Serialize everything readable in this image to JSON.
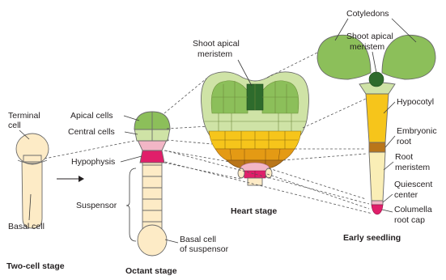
{
  "labels": {
    "terminal_cell": [
      "Terminal",
      "cell"
    ],
    "basal_cell": "Basal cell",
    "apical_cells": "Apical cells",
    "central_cells": "Central cells",
    "hypophysis": "Hypophysis",
    "suspensor": "Suspensor",
    "basal_cell_of_suspensor": [
      "Basal cell",
      "of suspensor"
    ],
    "shoot_apical_meristem_heart": [
      "Shoot apical",
      "meristem"
    ],
    "cotyledons": "Cotyledons",
    "shoot_apical_meristem_seedling": [
      "Shoot apical",
      "meristem"
    ],
    "hypocotyl": "Hypocotyl",
    "embryonic_root": [
      "Embryonic",
      "root"
    ],
    "root_meristem": [
      "Root",
      "meristem"
    ],
    "quiescent_center": [
      "Quiescent",
      "center"
    ],
    "columella_root_cap": [
      "Columella",
      "root cap"
    ]
  },
  "stages": {
    "two_cell": "Two-cell stage",
    "octant": "Octant stage",
    "heart": "Heart stage",
    "seedling": "Early seedling"
  },
  "colors": {
    "terminal_fill": "#fdebc6",
    "light_green": "#cfe3a6",
    "mid_green": "#8cbf5a",
    "dark_green": "#2e6b2c",
    "yellow": "#f6c51b",
    "orange": "#e49a14",
    "brown": "#b9761a",
    "pink": "#f2b6c6",
    "magenta": "#e01f6a",
    "pale_yellow": "#faeeb6"
  }
}
